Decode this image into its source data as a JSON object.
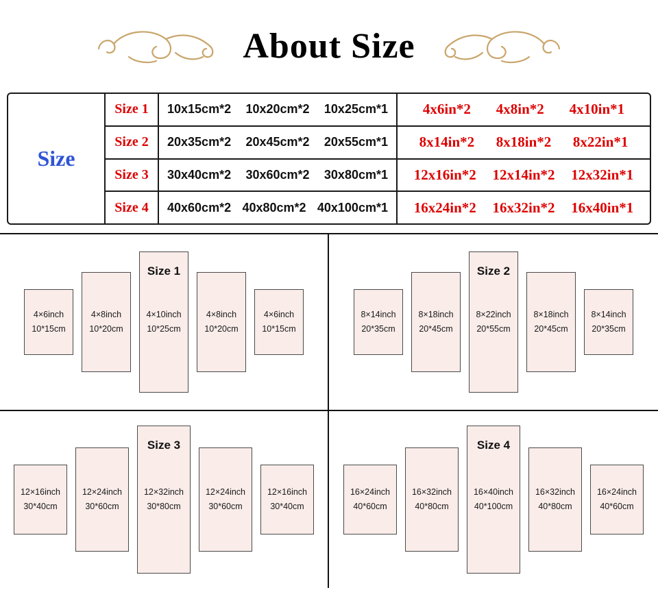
{
  "title": "About Size",
  "colors": {
    "accent_red": "#dd0000",
    "accent_blue": "#2f55d4",
    "ornament_tan": "#c9a56b",
    "panel_fill": "#f9ece9",
    "border_dark": "#1a1a1a"
  },
  "table": {
    "size_label": "Size",
    "rows": [
      {
        "label": "Size 1",
        "cm": [
          "10x15cm*2",
          "10x20cm*2",
          "10x25cm*1"
        ],
        "inch": [
          "4x6in*2",
          "4x8in*2",
          "4x10in*1"
        ]
      },
      {
        "label": "Size 2",
        "cm": [
          "20x35cm*2",
          "20x45cm*2",
          "20x55cm*1"
        ],
        "inch": [
          "8x14in*2",
          "8x18in*2",
          "8x22in*1"
        ]
      },
      {
        "label": "Size 3",
        "cm": [
          "30x40cm*2",
          "30x60cm*2",
          "30x80cm*1"
        ],
        "inch": [
          "12x16in*2",
          "12x14in*2",
          "12x32in*1"
        ]
      },
      {
        "label": "Size 4",
        "cm": [
          "40x60cm*2",
          "40x80cm*2",
          "40x100cm*1"
        ],
        "inch": [
          "16x24in*2",
          "16x32in*2",
          "16x40in*1"
        ]
      }
    ]
  },
  "panels": [
    {
      "title": "Size 1",
      "pieces": [
        {
          "inch": "4×6inch",
          "cm": "10*15cm"
        },
        {
          "inch": "4×8inch",
          "cm": "10*20cm"
        },
        {
          "inch": "4×10inch",
          "cm": "10*25cm"
        },
        {
          "inch": "4×8inch",
          "cm": "10*20cm"
        },
        {
          "inch": "4×6inch",
          "cm": "10*15cm"
        }
      ]
    },
    {
      "title": "Size 2",
      "pieces": [
        {
          "inch": "8×14inch",
          "cm": "20*35cm"
        },
        {
          "inch": "8×18inch",
          "cm": "20*45cm"
        },
        {
          "inch": "8×22inch",
          "cm": "20*55cm"
        },
        {
          "inch": "8×18inch",
          "cm": "20*45cm"
        },
        {
          "inch": "8×14inch",
          "cm": "20*35cm"
        }
      ]
    },
    {
      "title": "Size 3",
      "pieces": [
        {
          "inch": "12×16inch",
          "cm": "30*40cm"
        },
        {
          "inch": "12×24inch",
          "cm": "30*60cm"
        },
        {
          "inch": "12×32inch",
          "cm": "30*80cm"
        },
        {
          "inch": "12×24inch",
          "cm": "30*60cm"
        },
        {
          "inch": "12×16inch",
          "cm": "30*40cm"
        }
      ]
    },
    {
      "title": "Size 4",
      "pieces": [
        {
          "inch": "16×24inch",
          "cm": "40*60cm"
        },
        {
          "inch": "16×32inch",
          "cm": "40*80cm"
        },
        {
          "inch": "16×40inch",
          "cm": "40*100cm"
        },
        {
          "inch": "16×32inch",
          "cm": "40*80cm"
        },
        {
          "inch": "16×24inch",
          "cm": "40*60cm"
        }
      ]
    }
  ]
}
